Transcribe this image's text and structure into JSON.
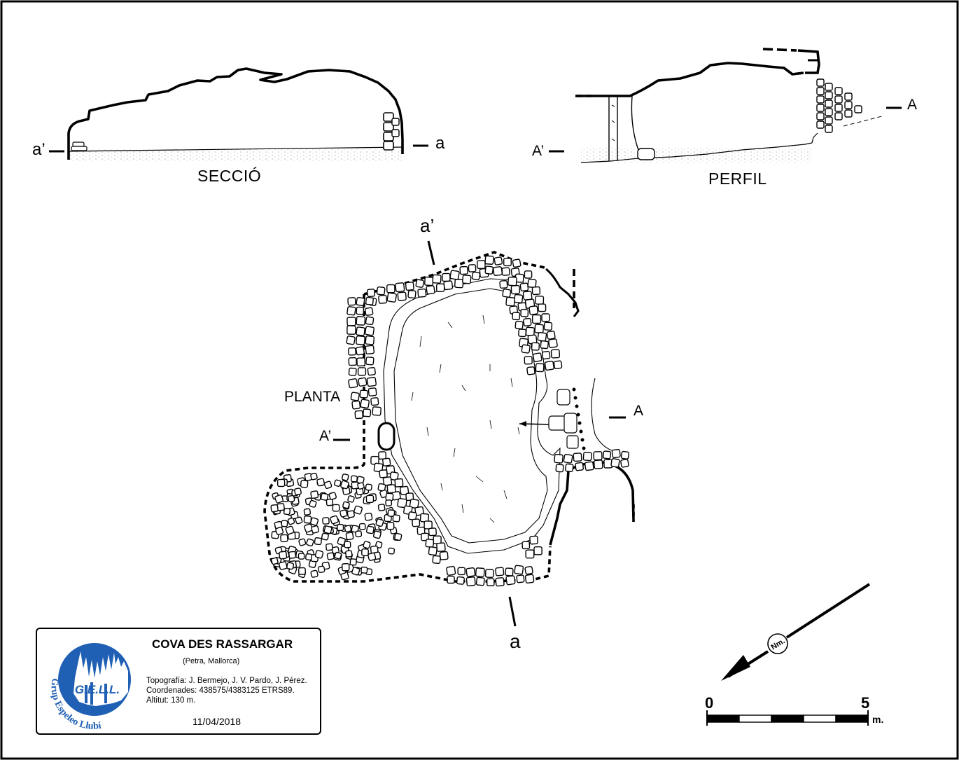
{
  "section": {
    "title": "SECCIÓ",
    "mark_left": "a’",
    "mark_right": "a"
  },
  "profile": {
    "title": "PERFIL",
    "mark_left": "A’",
    "mark_right": "A"
  },
  "plan": {
    "title": "PLANTA",
    "mark_top": "a’",
    "mark_bottom": "a",
    "mark_left": "A’",
    "mark_right": "A"
  },
  "info": {
    "title": "COVA DES RASSARGAR",
    "subtitle": "(Petra, Mallorca)",
    "topography": "Topografía: J. Bermejo, J. V. Pardo, J. Pérez.",
    "coordinates": "Coordenades: 438575/4383125 ETRS89.",
    "altitude": "Altitut: 130 m.",
    "date": "11/04/2018",
    "logo_text": "G.E.L.L.",
    "logo_ring_text": "Grup Espeleo Llubí",
    "logo_color": "#1f5fb4"
  },
  "north": {
    "label": "Nm."
  },
  "scale": {
    "start": "0",
    "end": "5",
    "unit": "m.",
    "segments": 5
  }
}
